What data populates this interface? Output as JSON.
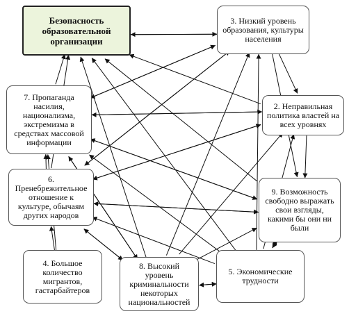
{
  "nodes": [
    {
      "id": "n0",
      "label": "Безопасность\nобразовательной\nорганизации"
    },
    {
      "id": "n3",
      "label": "3. Низкий уровень\nобразования, культуры\nнаселения"
    },
    {
      "id": "n2",
      "label": "2. Неправильная\nполитика властей на\nвсех уровнях"
    },
    {
      "id": "n7",
      "label": "7. Пропаганда\nнасилия,\nнационализма,\nэкстремизма в\nсредствах массовой\nинформации"
    },
    {
      "id": "n6",
      "label": "6.\nПренебрежительное\nотношение к\nкультуре, обычаям\nдругих народов"
    },
    {
      "id": "n9",
      "label": "9. Возможность\nсвободно выражать\nсвои взгляды,\nкакими бы они ни\nбыли"
    },
    {
      "id": "n4",
      "label": "4. Большое\nколичество\nмигрантов,\nгастарбайтеров"
    },
    {
      "id": "n8",
      "label": "8. Высокий\nуровень\nкриминальности\nнекоторых\nнациональностей"
    },
    {
      "id": "n5",
      "label": "5. Экономические\nтрудности"
    }
  ],
  "links": [
    [
      "n3",
      "n0"
    ],
    [
      "n2",
      "n0"
    ],
    [
      "n7",
      "n0"
    ],
    [
      "n6",
      "n0"
    ],
    [
      "n9",
      "n0"
    ],
    [
      "n8",
      "n0"
    ],
    [
      "n5",
      "n0"
    ],
    [
      "n0",
      "n3"
    ],
    [
      "n7",
      "n3"
    ],
    [
      "n6",
      "n3"
    ],
    [
      "n8",
      "n3"
    ],
    [
      "n5",
      "n3"
    ],
    [
      "n3",
      "n2"
    ],
    [
      "n7",
      "n2"
    ],
    [
      "n6",
      "n2"
    ],
    [
      "n8",
      "n2"
    ],
    [
      "n5",
      "n2"
    ],
    [
      "n3",
      "n7"
    ],
    [
      "n2",
      "n7"
    ],
    [
      "n6",
      "n7"
    ],
    [
      "n9",
      "n7"
    ],
    [
      "n8",
      "n7"
    ],
    [
      "n5",
      "n7"
    ],
    [
      "n4",
      "n7"
    ],
    [
      "n3",
      "n6"
    ],
    [
      "n2",
      "n6"
    ],
    [
      "n9",
      "n6"
    ],
    [
      "n4",
      "n6"
    ],
    [
      "n8",
      "n6"
    ],
    [
      "n5",
      "n6"
    ],
    [
      "n3",
      "n9"
    ],
    [
      "n2",
      "n9"
    ],
    [
      "n7",
      "n9"
    ],
    [
      "n6",
      "n9"
    ],
    [
      "n8",
      "n9"
    ],
    [
      "n5",
      "n9"
    ],
    [
      "n7",
      "n8"
    ],
    [
      "n6",
      "n8"
    ],
    [
      "n5",
      "n8"
    ],
    [
      "n9",
      "n5"
    ],
    [
      "n8",
      "n5"
    ]
  ]
}
